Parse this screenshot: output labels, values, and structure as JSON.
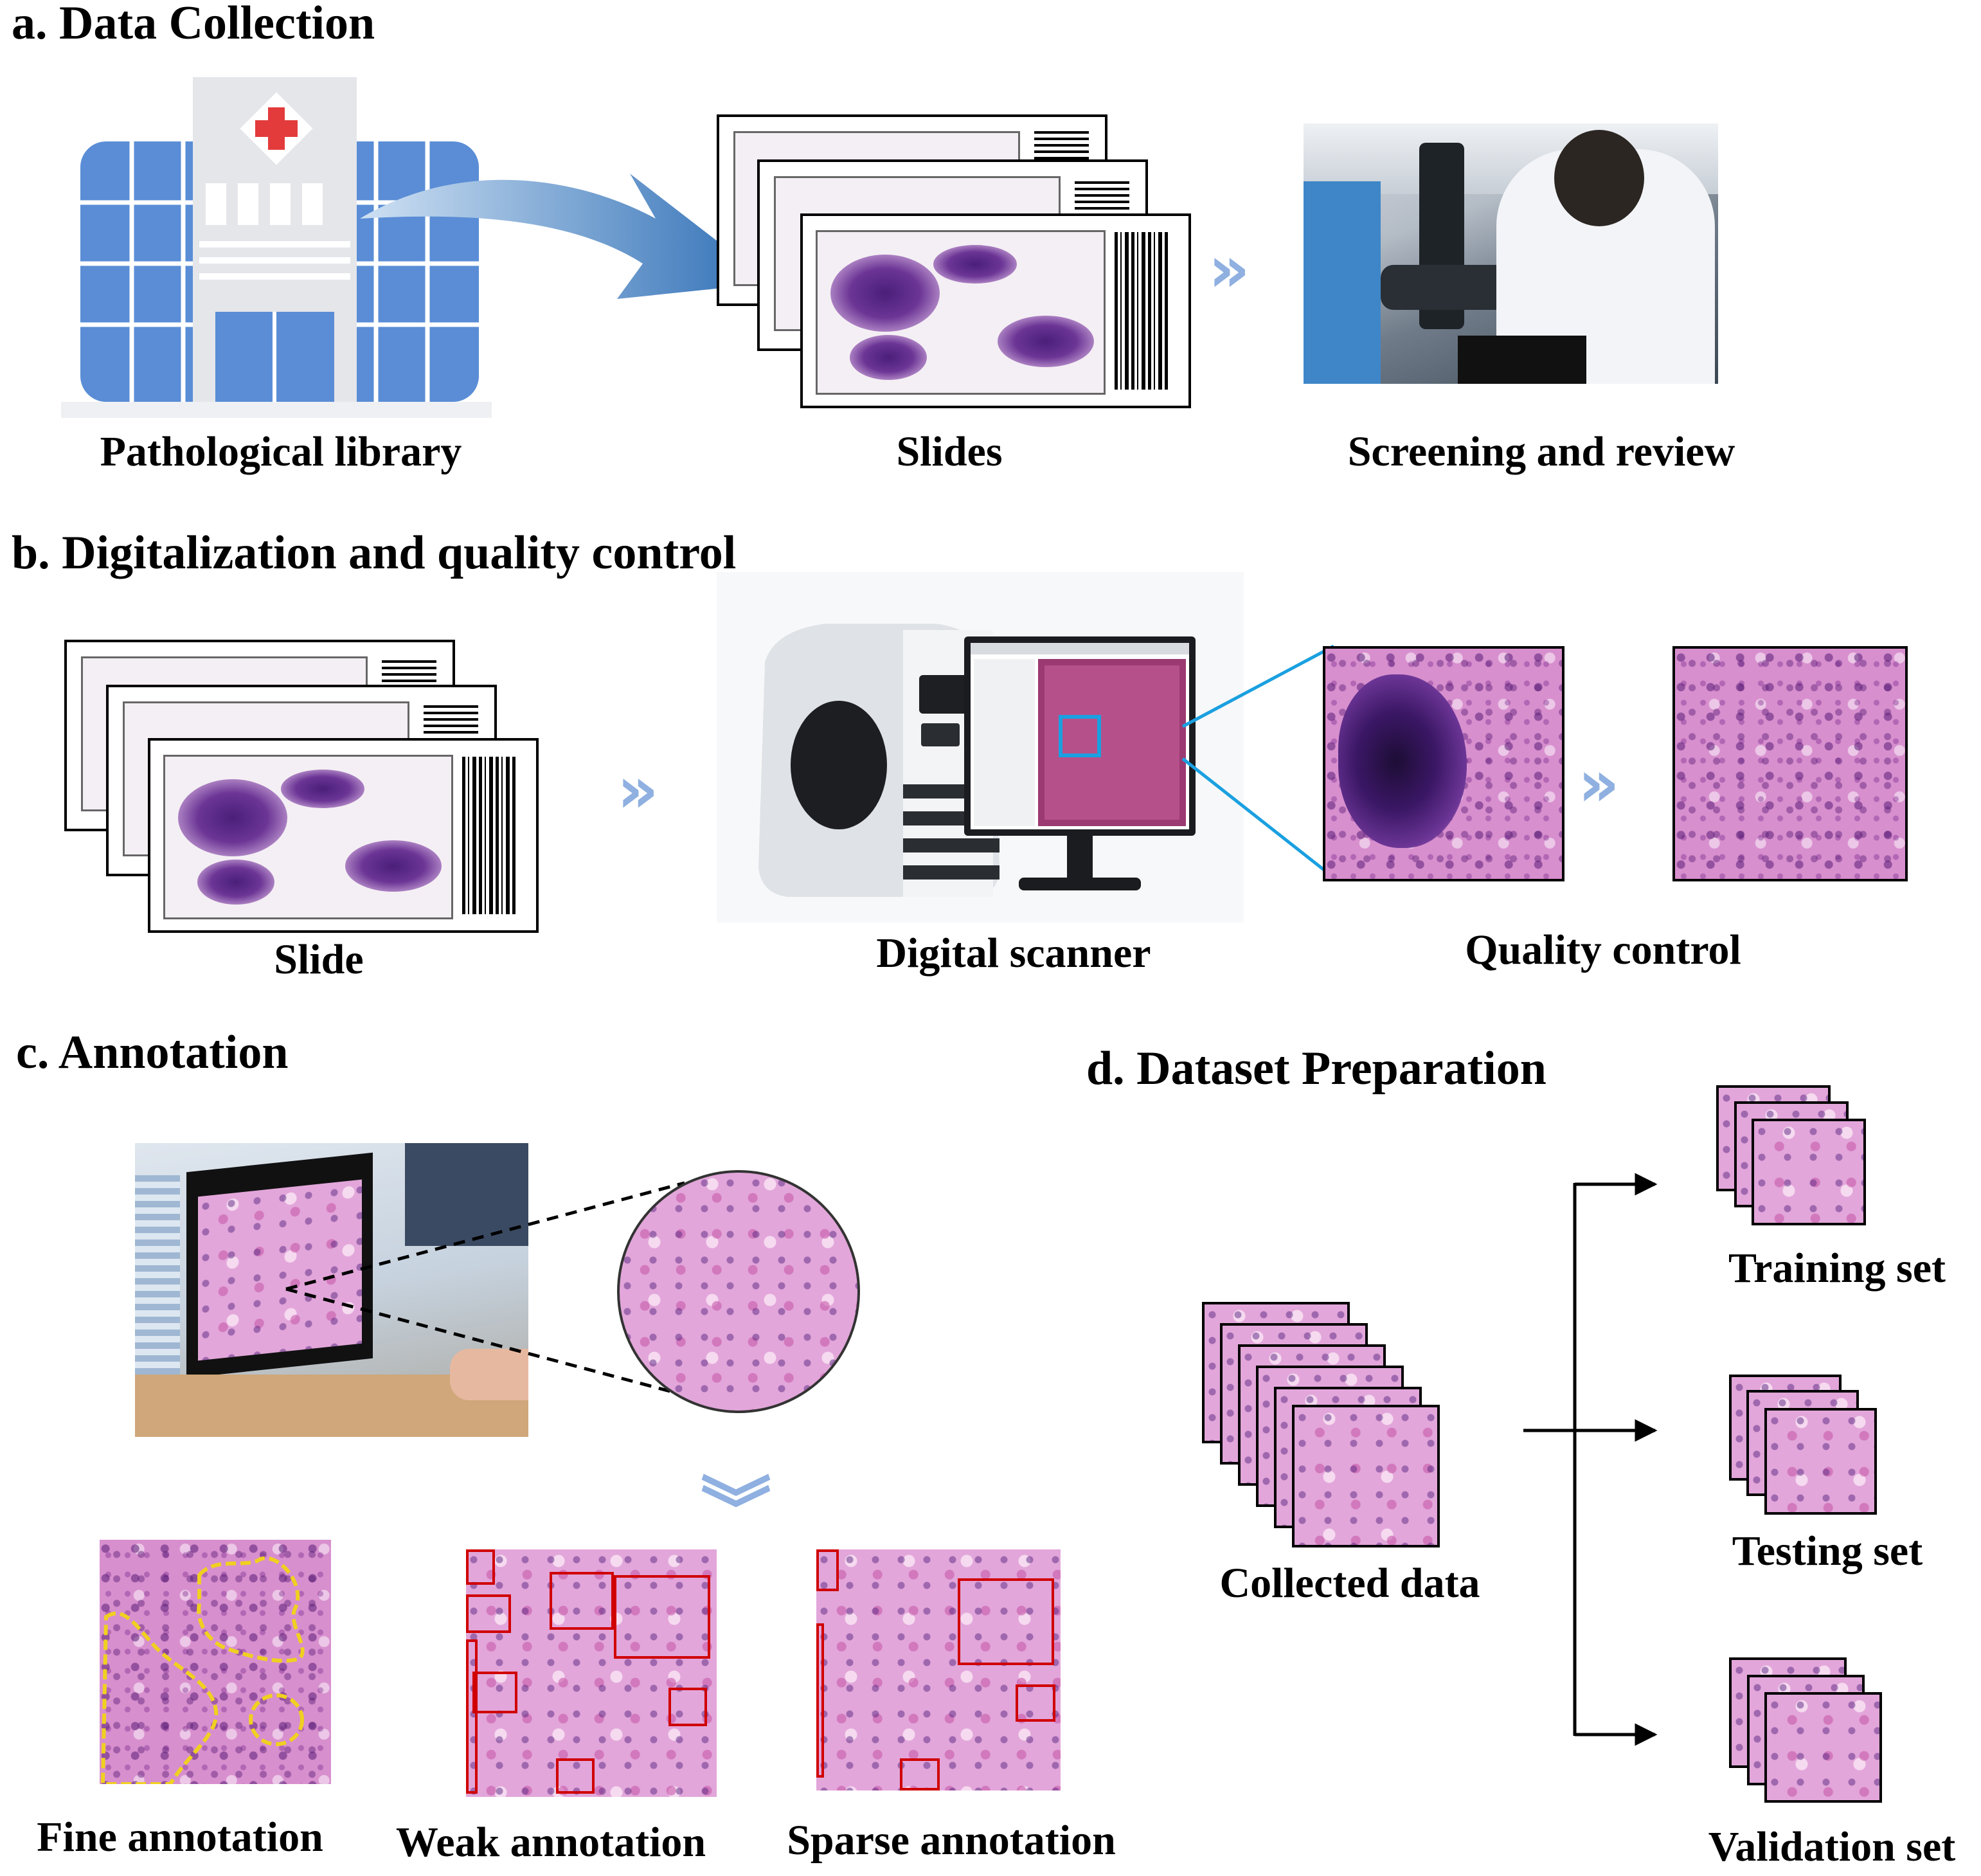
{
  "sections": {
    "a": {
      "title": "a. Data Collection",
      "labels": {
        "library": "Pathological library",
        "slides": "Slides",
        "screening": "Screening and review"
      }
    },
    "b": {
      "title": "b. Digitalization and quality control",
      "labels": {
        "slide": "Slide",
        "scanner": "Digital scanner",
        "qc": "Quality  control"
      }
    },
    "c": {
      "title": "c.  Annotation",
      "labels": {
        "fine": "Fine annotation",
        "weak": "Weak annotation",
        "sparse": "Sparse annotation"
      }
    },
    "d": {
      "title": "d. Dataset Preparation",
      "labels": {
        "collected": "Collected data",
        "training": "Training set",
        "testing": "Testing set",
        "validation": "Validation set"
      }
    }
  },
  "colors": {
    "hospital_blue": "#5a8dd6",
    "chevron": "#8fb0e0",
    "arrow_blue": "#2f6fb6",
    "cyan_line": "#1aa0e0",
    "red_box": "#d00000",
    "yellow_outline": "#f0d020",
    "he_pink": "#d88fce"
  },
  "icons": {
    "chevron": "»",
    "chevron_down": "︾"
  }
}
